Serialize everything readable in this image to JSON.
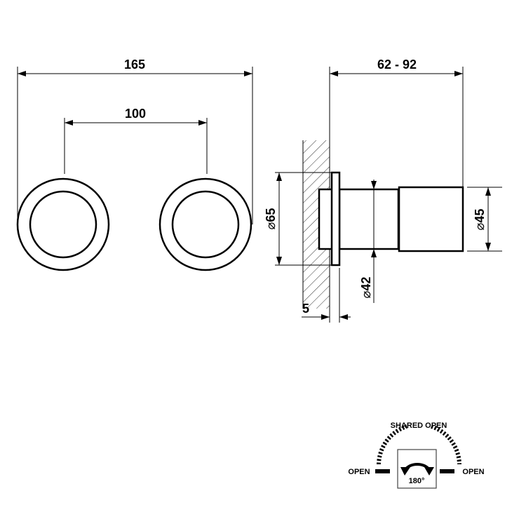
{
  "front_view": {
    "overall_width": "165",
    "center_distance": "100"
  },
  "side_view": {
    "projection": "62 - 92",
    "flange_diameter": "65",
    "body_diameter": "42",
    "handle_diameter": "45",
    "flange_thickness": "5",
    "diameter_symbol": "⌀"
  },
  "rotation_legend": {
    "shared_label": "SHARED OPEN",
    "left_label": "OPEN",
    "right_label": "OPEN",
    "angle": "180°",
    "icon": "rotate-arrow-icon"
  }
}
